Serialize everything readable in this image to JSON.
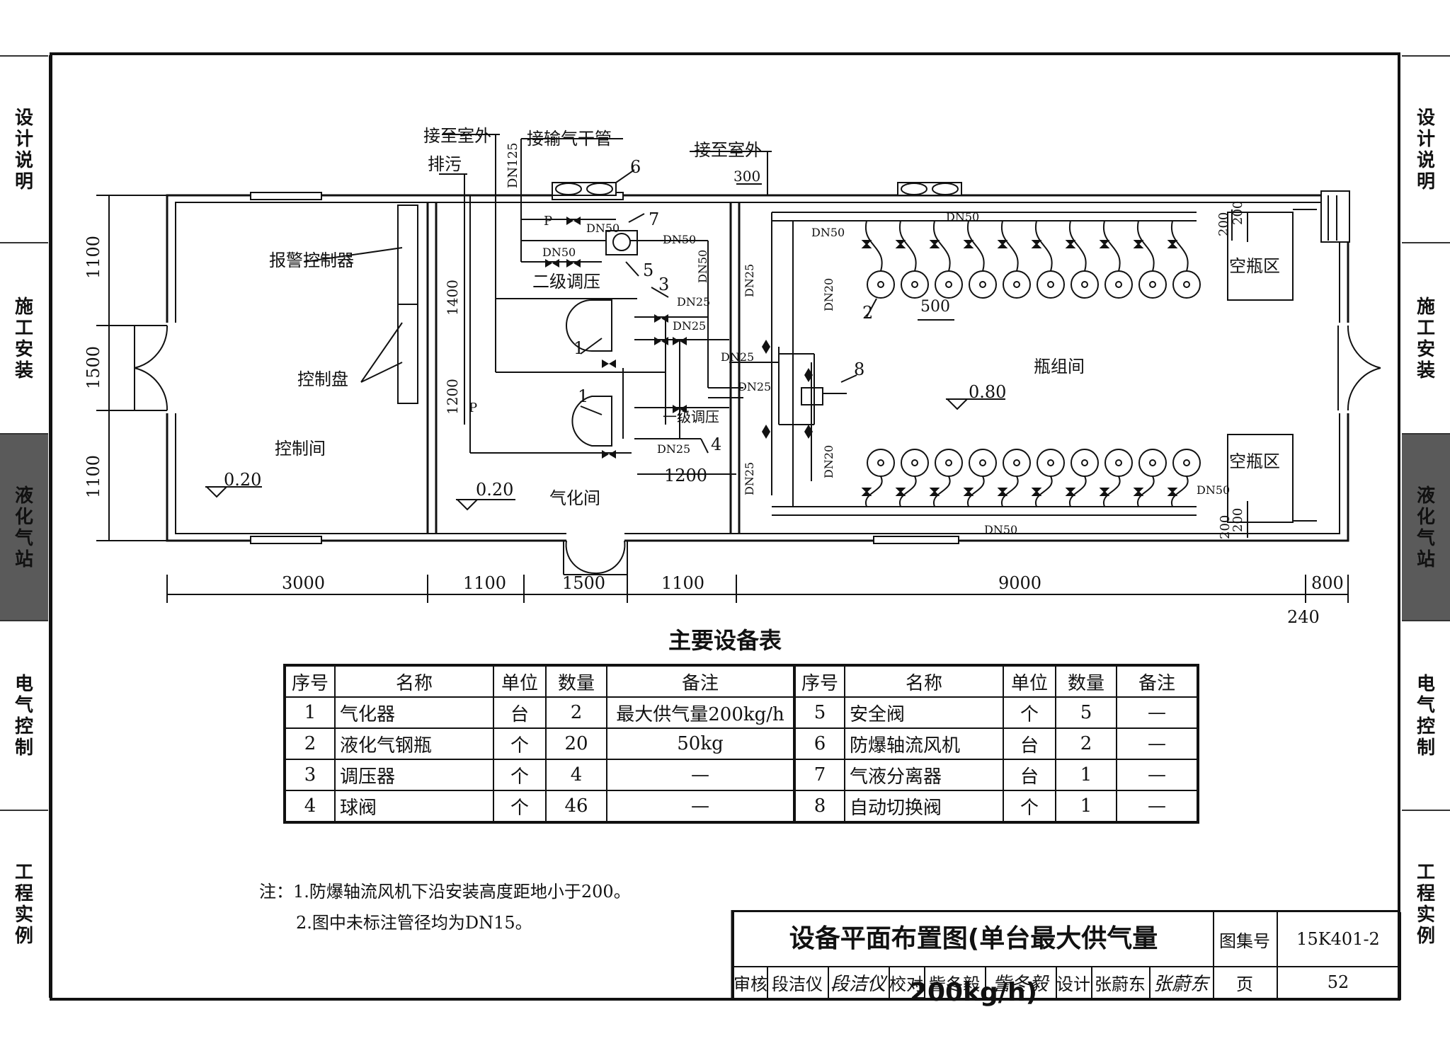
{
  "side_tabs": [
    "设计说明",
    "施工安装",
    "液化气站",
    "电气控制",
    "工程实例"
  ],
  "active_tab_index": 2,
  "plan": {
    "labels": {
      "outdoor1": "接至室外",
      "main_pipe": "接输气干管",
      "drain": "排污",
      "dn125": "DN125",
      "outdoor2": "接至室外",
      "dim300": "300",
      "alarm": "报警控制器",
      "control_panel": "控制盘",
      "control_room": "控制间",
      "vapor_room": "气化间",
      "bottle_room": "瓶组间",
      "empty_zone1": "空瓶区",
      "empty_zone2": "空瓶区",
      "second_reg": "二级调压",
      "first_reg": "一级调压",
      "level1": "0.20",
      "level2": "0.20",
      "level3": "0.80",
      "dn50_a": "DN50",
      "dn50_b": "DN50",
      "dn50_c": "DN50",
      "dn50_d": "DN50",
      "dn50_e": "DN50",
      "dn50_f": "DN50",
      "dn50_g": "DN50",
      "dn50_h": "DN50",
      "dn25_a": "DN25",
      "dn25_b": "DN25",
      "dn25_c": "DN25",
      "dn25_d": "DN25",
      "dn25_e": "DN25",
      "dn25_f": "DN25",
      "dn25_g": "DN25",
      "dn20_a": "DN20",
      "dn20_b": "DN20",
      "p1": "P",
      "p2": "P",
      "d1400": "1400",
      "d1200v": "1200",
      "d1200h": "1200",
      "d500": "500",
      "d200a": "200",
      "d200b": "200",
      "d200c": "200",
      "d200d": "200",
      "n1a": "1",
      "n1b": "1",
      "n2": "2",
      "n3": "3",
      "n4": "4",
      "n5": "5",
      "n6": "6",
      "n7": "7",
      "n8": "8"
    },
    "dims_bottom": [
      "3000",
      "1100",
      "1500",
      "1100",
      "9000",
      "800"
    ],
    "dim_240": "240",
    "dims_left": [
      "1100",
      "1500",
      "1100"
    ]
  },
  "table": {
    "title": "主要设备表",
    "headers": [
      "序号",
      "名称",
      "单位",
      "数量",
      "备注",
      "序号",
      "名称",
      "单位",
      "数量",
      "备注"
    ],
    "rows": [
      [
        "1",
        "气化器",
        "台",
        "2",
        "最大供气量200kg/h",
        "5",
        "安全阀",
        "个",
        "5",
        "—"
      ],
      [
        "2",
        "液化气钢瓶",
        "个",
        "20",
        "50kg",
        "6",
        "防爆轴流风机",
        "台",
        "2",
        "—"
      ],
      [
        "3",
        "调压器",
        "个",
        "4",
        "—",
        "7",
        "气液分离器",
        "台",
        "1",
        "—"
      ],
      [
        "4",
        "球阀",
        "个",
        "46",
        "—",
        "8",
        "自动切换阀",
        "个",
        "1",
        "—"
      ]
    ]
  },
  "notes": [
    "注：1.防爆轴流风机下沿安装高度距地小于200。",
    "2.图中未标注管径均为DN15。"
  ],
  "title_block": {
    "title": "设备平面布置图(单台最大供气量200kg/h)",
    "atlas_label": "图集号",
    "atlas_no": "15K401-2",
    "review_label": "审核",
    "reviewer": "段洁仪",
    "reviewer_sig": "段洁仪",
    "check_label": "校对",
    "checker": "訾冬毅",
    "checker_sig": "訾冬毅",
    "design_label": "设计",
    "designer": "张蔚东",
    "designer_sig": "张蔚东",
    "page_label": "页",
    "page_no": "52"
  }
}
